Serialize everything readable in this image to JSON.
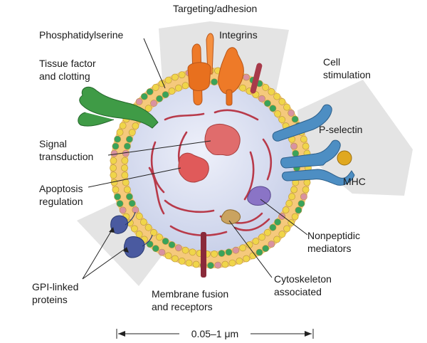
{
  "labels": {
    "targeting": "Targeting/adhesion",
    "integrins": "Integrins",
    "phosphatidylserine": "Phosphatidylserine",
    "tissue_factor": [
      "Tissue factor",
      "and clotting"
    ],
    "cell_stimulation": [
      "Cell",
      "stimulation"
    ],
    "p_selectin": "P-selectin",
    "mhc": "MHC",
    "signal_transduction": [
      "Signal",
      "transduction"
    ],
    "apoptosis": [
      "Apoptosis",
      "regulation"
    ],
    "nonpeptidic": [
      "Nonpeptidic",
      "mediators"
    ],
    "cytoskeleton": [
      "Cytoskeleton",
      "associated"
    ],
    "gpi": [
      "GPI-linked",
      "proteins"
    ],
    "membrane_fusion": [
      "Membrane fusion",
      "and receptors"
    ],
    "scale": "0.05–1 μm"
  },
  "colors": {
    "sector": "#e4e4e4",
    "membrane_outer": "#f5c97c",
    "lumen": "#d6dcf0",
    "head_yellow": "#f0d54a",
    "head_green": "#3aa35a",
    "head_pink": "#d992a0",
    "integrin": "#ee7a28",
    "tissue_factor": "#3f9b46",
    "p_selectin": "#4d8ec3",
    "mhc_ball": "#e0a820",
    "signal_protein": "#e06c6c",
    "nonpeptidic": "#8a74c6",
    "cytoskeleton_protein": "#caa360",
    "gpi": "#4a5aa0",
    "filament": "#b83a4a"
  }
}
